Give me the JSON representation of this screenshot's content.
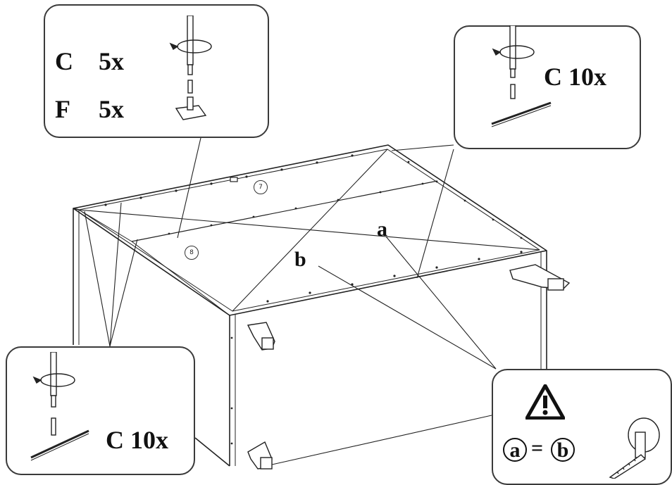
{
  "callouts": {
    "top_left": {
      "row1": {
        "letter": "C",
        "qty": "5x",
        "icon": "screwdriver-icon"
      },
      "row2": {
        "letter": "F",
        "qty": "5x",
        "icon": "bracket-screw-icon"
      }
    },
    "top_right": {
      "label": "C 10x",
      "icon": "screwdriver-icon"
    },
    "bottom_left": {
      "label": "C 10x",
      "icon": "screwdriver-icon"
    },
    "bottom_right": {
      "warning_icon": "warning-icon",
      "equation": {
        "left": "a",
        "op": "=",
        "right": "b"
      },
      "tool_icon": "tape-measure-icon"
    }
  },
  "diagonals": {
    "a": "a",
    "b": "b"
  },
  "panels": {
    "top": "7",
    "bottom": "8"
  }
}
